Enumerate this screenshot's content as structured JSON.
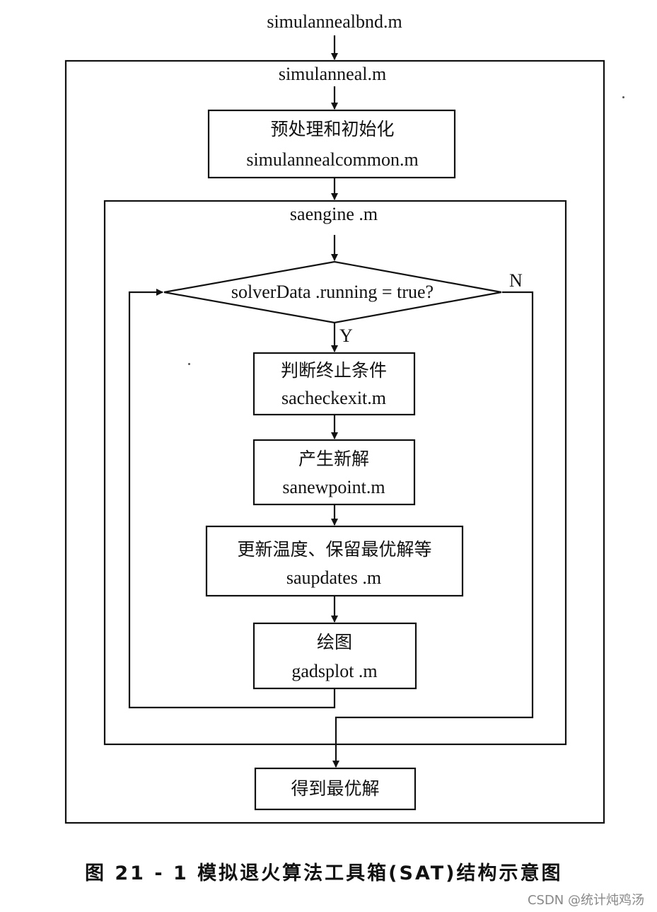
{
  "nodes": {
    "entry": "simulannealbnd.m",
    "outer_title": "simulanneal.m",
    "preprocess_cn": "预处理和初始化",
    "preprocess_file": "simulannealcommon.m",
    "engine_title": "saengine .m",
    "decision": "solverData .running = true?",
    "yes_label": "Y",
    "no_label": "N",
    "check_cn": "判断终止条件",
    "check_file": "sacheckexit.m",
    "newpoint_cn": "产生新解",
    "newpoint_file": "sanewpoint.m",
    "update_cn": "更新温度、保留最优解等",
    "update_file": "saupdates .m",
    "plot_cn": "绘图",
    "plot_file": "gadsplot .m",
    "result_cn": "得到最优解"
  },
  "caption": "图 21 - 1   模拟退火算法工具箱(SAT)结构示意图",
  "watermark": "CSDN @统计炖鸡汤"
}
